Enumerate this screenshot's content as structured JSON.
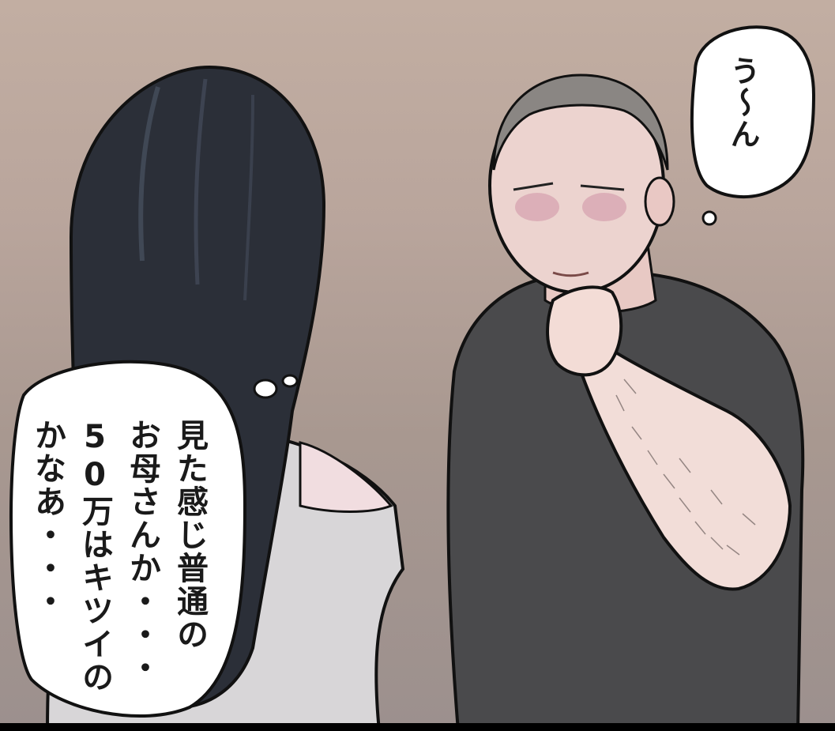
{
  "panel": {
    "speech_right": "う～ん",
    "speech_left": {
      "lines": [
        "見た感じ普通の",
        "お母さんか・・・",
        "50万はキツイの",
        "かなあ・・・"
      ]
    }
  }
}
